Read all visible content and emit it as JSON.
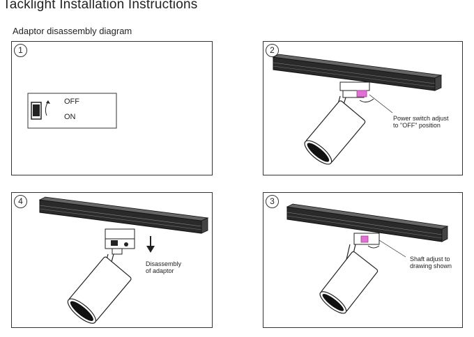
{
  "title": "Tacklight Installation Instructions",
  "subtitle": "Adaptor disassembly diagram",
  "panels": [
    {
      "number": "1",
      "off_label": "OFF",
      "on_label": "ON"
    },
    {
      "number": "2",
      "caption_line1": "Power switch adjust",
      "caption_line2": "to \"OFF\" position"
    },
    {
      "number": "4",
      "caption_line1": "Disassembly",
      "caption_line2": "of adaptor"
    },
    {
      "number": "3",
      "caption_line1": "Shaft adjust to",
      "caption_line2": "drawing shown"
    }
  ],
  "colors": {
    "highlight": "#e26fd3",
    "line": "#222222",
    "track": "#1a1a1a"
  }
}
